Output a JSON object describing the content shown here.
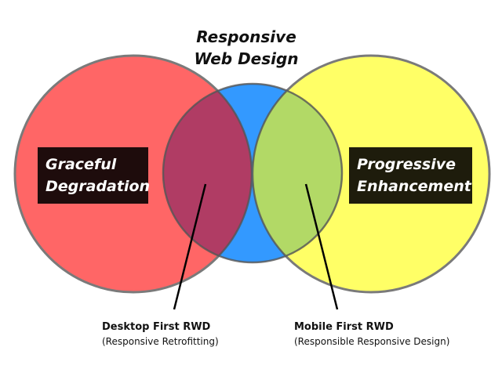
{
  "title": {
    "line1": "Responsive",
    "line2": "Web Design"
  },
  "left_label": {
    "line1": "Graceful",
    "line2": "Degradation"
  },
  "right_label": {
    "line1": "Progressive",
    "line2": "Enhancement"
  },
  "captions": [
    {
      "title": "Desktop First RWD",
      "subtitle": "(Responsive Retrofitting)"
    },
    {
      "title": "Mobile First RWD",
      "subtitle": "(Responsible Responsive Design)"
    }
  ],
  "colors": {
    "red": "#ff6666",
    "blue": "#3399ff",
    "yellow": "#ffff66",
    "red_blue": "#b03c64",
    "yellow_blue": "#b2d966",
    "stroke": "#7a7a7a"
  }
}
